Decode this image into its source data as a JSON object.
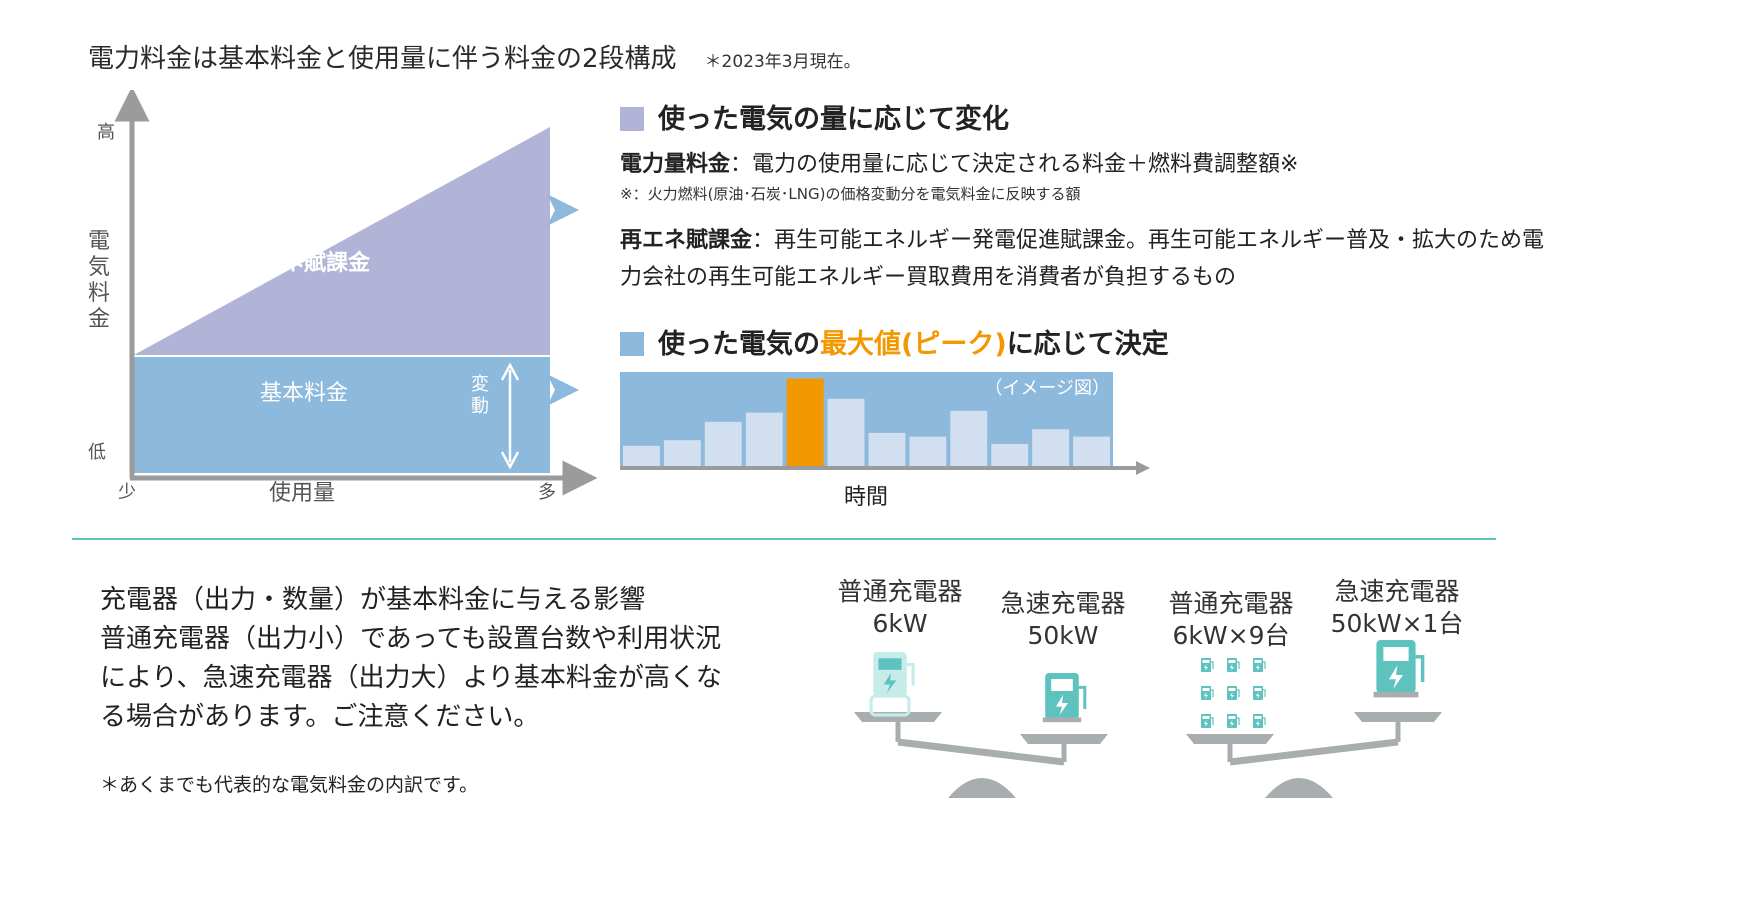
{
  "title": "電力料金は基本料金と使用量に伴う料金の2段構成",
  "title_note": "＊2023年3月現在。",
  "left_chart": {
    "y_axis_label": "電気料金",
    "y_high": "高",
    "y_low": "低",
    "x_axis_label": "使用量",
    "x_low": "少",
    "x_high": "多",
    "upper_label_1": "電力量料金",
    "upper_plus": "+",
    "upper_label_2": "再エネ賦課金",
    "base_label": "基本料金",
    "change_label": "変動",
    "colors": {
      "upper": "#b1b4d6",
      "base": "#8cb9dc",
      "axis": "#9b9b9b"
    }
  },
  "section1": {
    "heading": "使った電気の量に応じて変化",
    "item1_term": "電力量料金",
    "item1_desc": "：電力の使用量に応じて決定される料金＋燃料費調整額※",
    "item1_note": "※：火力燃料(原油･石炭･LNG)の価格変動分を電気料金に反映する額",
    "item2_term": "再エネ賦課金",
    "item2_desc": "：再生可能エネルギー発電促進賦課金。再生可能エネルギー普及・拡大のため電力会社の再生可能エネルギー買取費用を消費者が負担するもの",
    "color": "#b1b4d6"
  },
  "section2": {
    "heading_pre": "使った電気の",
    "heading_highlight": "最大値(ピーク)",
    "heading_post": "に応じて決定",
    "color": "#8cb9dc",
    "highlight_color": "#f39800"
  },
  "chart_data": {
    "type": "bar",
    "note": "（イメージ図）",
    "xlabel": "時間",
    "values": [
      22,
      28,
      48,
      58,
      95,
      73,
      36,
      32,
      60,
      24,
      40,
      32
    ],
    "peak_index": 4,
    "ylim": [
      0,
      100
    ],
    "colors": {
      "bar": "#d2dff0",
      "peak": "#f39800",
      "background": "#8cb9dc"
    }
  },
  "bottom": {
    "heading": "充電器（出力・数量）が基本料金に与える影響",
    "body": "普通充電器（出力小）であっても設置台数や利用状況により、急速充電器（出力大）より基本料金が高くなる場合があります。ご注意ください。",
    "footnote": "＊あくまでも代表的な電気料金の内訳です。",
    "scale1": {
      "left_name": "普通充電器",
      "left_spec": "6kW",
      "right_name": "急速充電器",
      "right_spec": "50kW"
    },
    "scale2": {
      "left_name": "普通充電器",
      "left_spec": "6kW×9台",
      "right_name": "急速充電器",
      "right_spec": "50kW×1台"
    },
    "colors": {
      "charger": "#5ec2bf",
      "scale": "#a8adaf",
      "divider": "#5ec2bf"
    }
  }
}
